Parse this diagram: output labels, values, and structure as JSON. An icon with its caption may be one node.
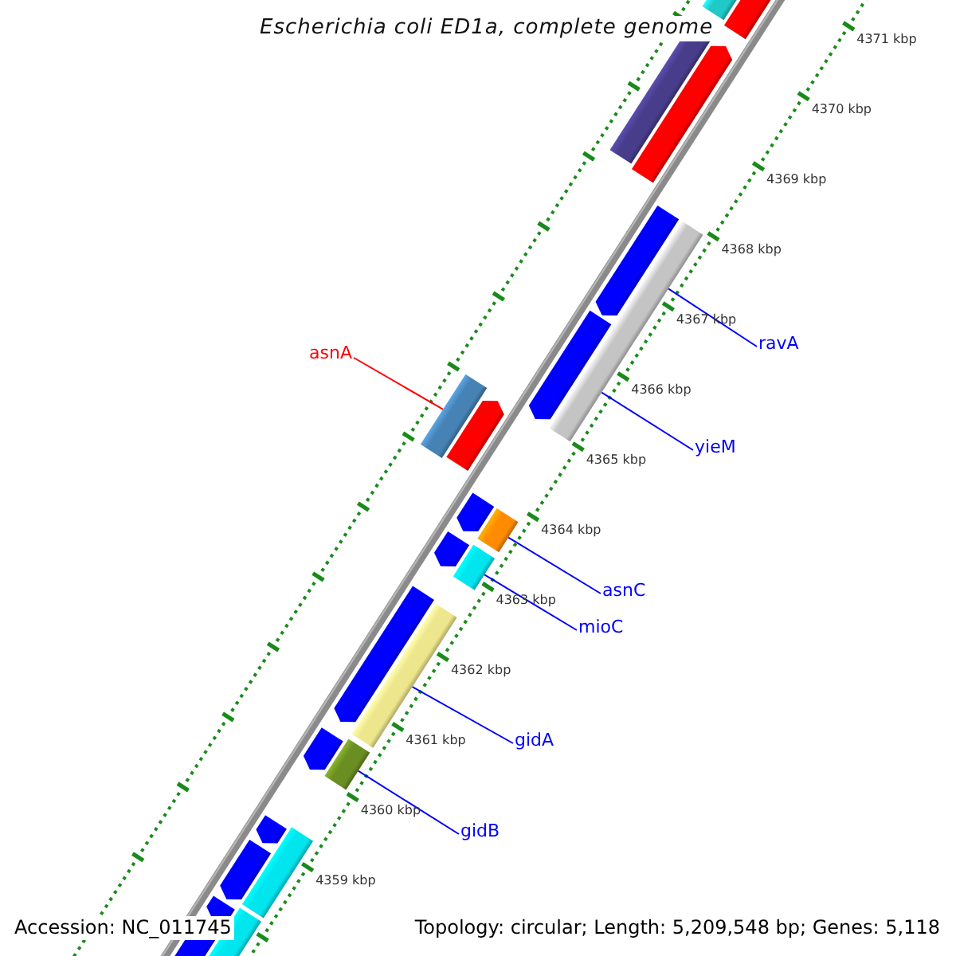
{
  "diagram": {
    "title": "Escherichia coli ED1a, complete genome",
    "nodes": [
      {
        "text": [
          "asnA"
        ]
      },
      {
        "text": [],
        "shape": "box"
      },
      {
        "text": [
          "ravA"
        ]
      },
      {
        "text": [],
        "shape": "box"
      },
      {
        "text": [
          "yieM"
        ]
      },
      {
        "text": [
          "asnC"
        ]
      },
      {
        "text": [],
        "shape": "box"
      },
      {
        "text": [
          "mioC"
        ]
      },
      {
        "text": [],
        "shape": "box"
      },
      {
        "text": [
          "gidA"
        ]
      },
      {
        "text": [],
        "shape": "box"
      },
      {
        "text": [
          "gidB"
        ]
      },
      {
        "text": [],
        "shape": "box"
      }
    ],
    "edges": [
      {
        "from": 0,
        "to": 1,
        "arrow": "none",
        "color": "#ff0000"
      },
      {
        "from": 2,
        "to": 3,
        "arrow": "none"
      },
      {
        "from": 4,
        "to": 3,
        "arrow": "none"
      },
      {
        "from": 5,
        "to": 6,
        "arrow": "none"
      },
      {
        "from": 7,
        "to": 8,
        "arrow": "none"
      },
      {
        "from": 9,
        "to": 10,
        "arrow": "none"
      },
      {
        "from": 11,
        "to": 12,
        "arrow": "none"
      }
    ],
    "labels": [
      "4371 kbp",
      "4370 kbp",
      "4369 kbp",
      "4368 kbp",
      "4367 kbp",
      "4366 kbp",
      "4365 kbp",
      "4364 kbp",
      "4363 kbp",
      "4362 kbp",
      "4361 kbp",
      "4360 kbp",
      "4359 kbp",
      "Accession: NC_011745",
      "Topology: circular; Length: 5,209,548 bp; Genes: 5,118"
    ]
  }
}
